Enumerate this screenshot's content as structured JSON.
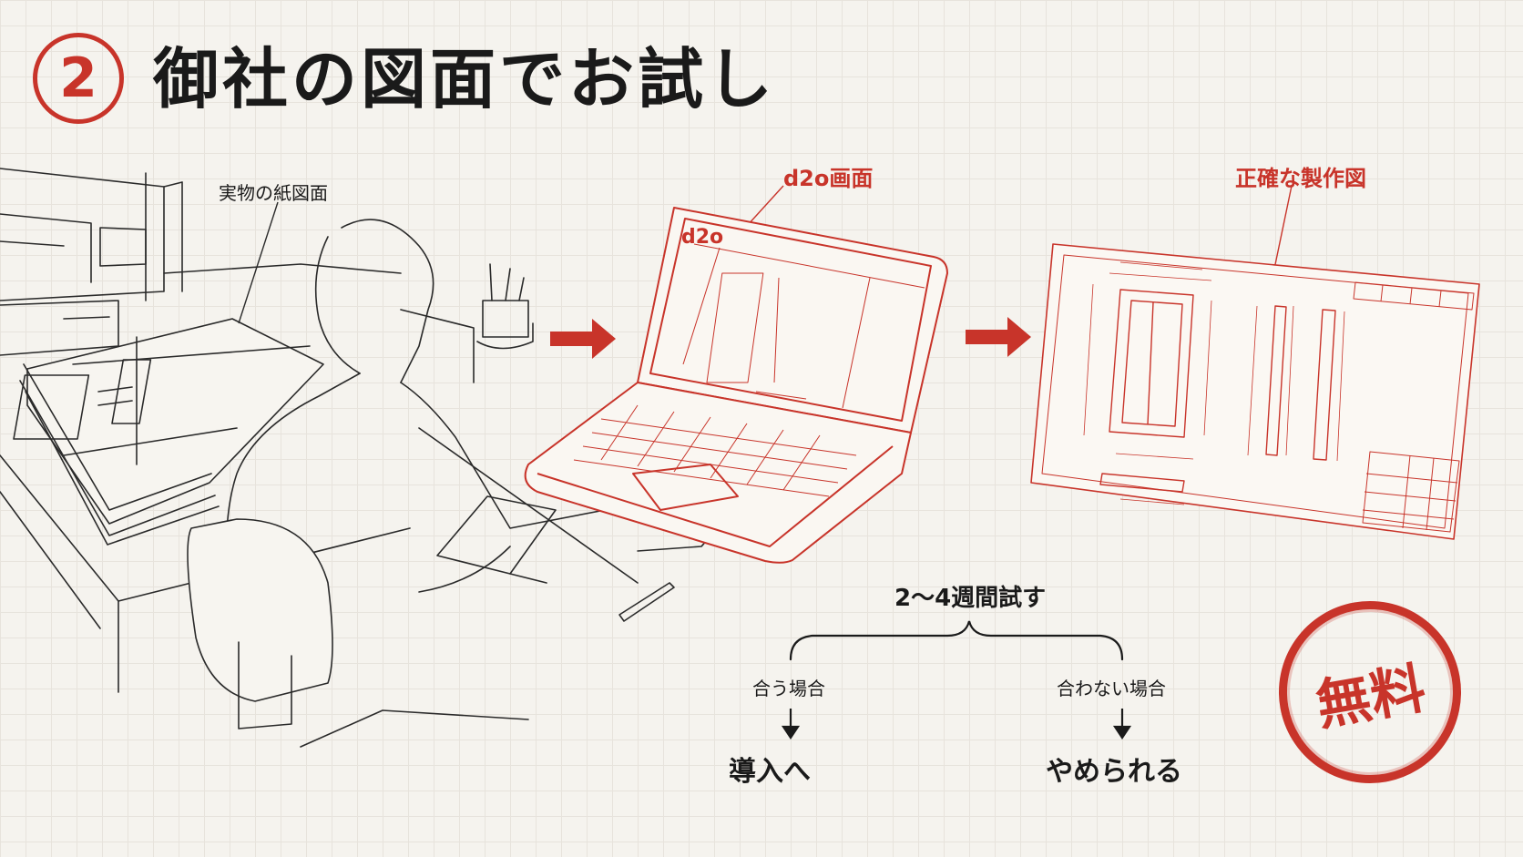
{
  "badge": {
    "number": "2"
  },
  "title": "御社の図面でお試し",
  "labels": {
    "paper": "実物の紙図面",
    "screen": "d2o画面",
    "drawing": "正確な製作図"
  },
  "app": {
    "logo": "d2o"
  },
  "flow": {
    "trial": "2〜4週間試す",
    "fit_case": "合う場合",
    "fit_result": "導入へ",
    "nofit_case": "合わない場合",
    "nofit_result": "やめられる"
  },
  "stamp": "無料",
  "colors": {
    "accent": "#c8342a",
    "ink": "#1a1a1a",
    "background": "#f5f3ee"
  }
}
